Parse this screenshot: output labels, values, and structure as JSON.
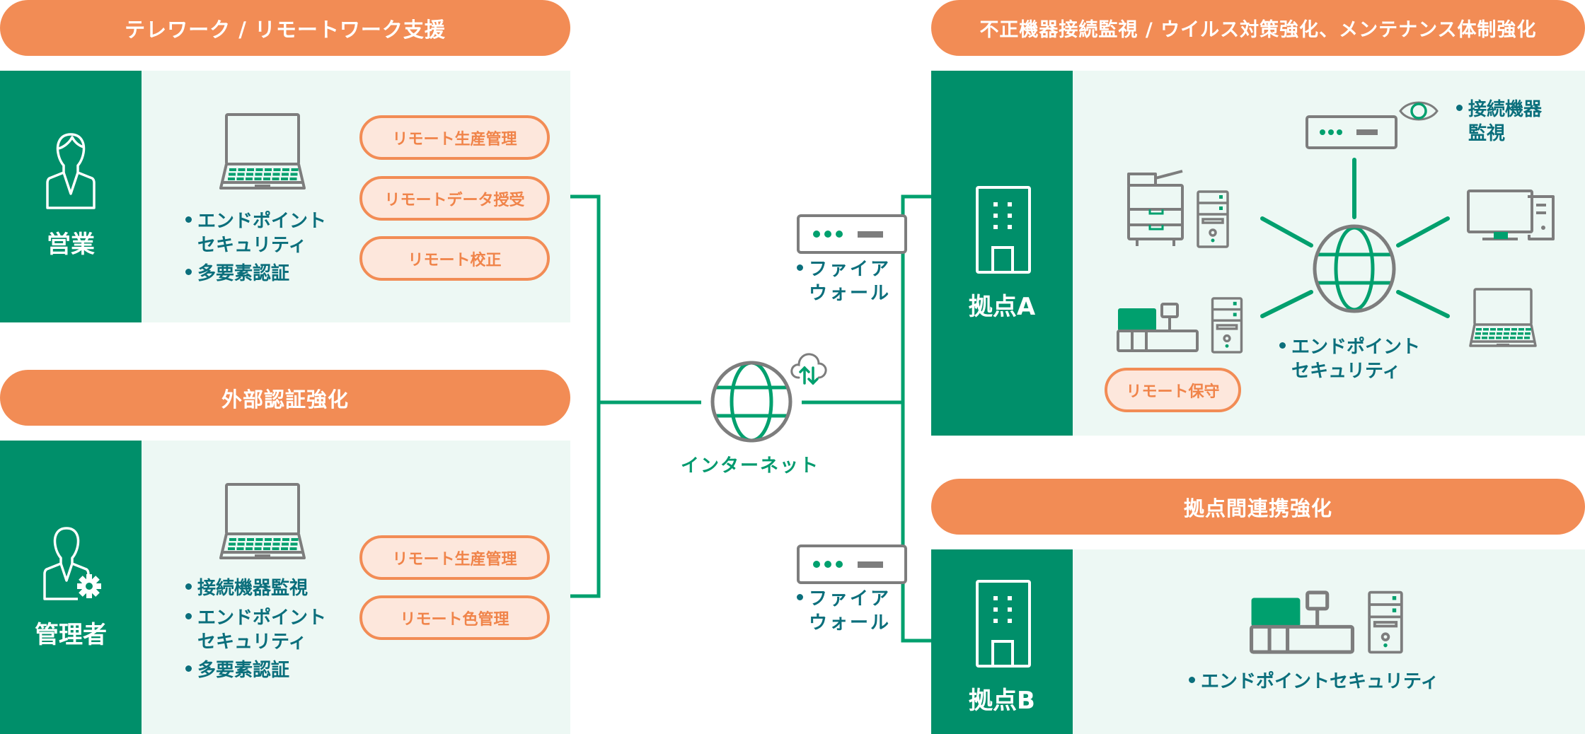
{
  "colors": {
    "accent_orange": "#f28c55",
    "pill_fill": "#fde7dc",
    "sidebar_green": "#008f6a",
    "line_green": "#00a06e",
    "panel_bg": "#edf8f4",
    "text_teal": "#0b6f7c",
    "device_gray": "#7d7d7d"
  },
  "left": {
    "banner_top": "テレワーク / リモートワーク支援",
    "sales": {
      "label": "営業",
      "icon": "person-icon",
      "bullets": [
        {
          "line1": "エンドポイント",
          "line2": "セキュリティ"
        },
        {
          "line1": "多要素認証"
        }
      ],
      "pills": [
        "リモート生産管理",
        "リモートデータ授受",
        "リモート校正"
      ]
    },
    "banner_mid": "外部認証強化",
    "admin": {
      "label": "管理者",
      "icon": "admin-person-gear-icon",
      "bullets": [
        {
          "line1": "接続機器監視"
        },
        {
          "line1": "エンドポイント",
          "line2": "セキュリティ"
        },
        {
          "line1": "多要素認証"
        }
      ],
      "pills": [
        "リモート生産管理",
        "リモート色管理"
      ]
    }
  },
  "center": {
    "internet_label": "インターネット",
    "firewall_top": {
      "line1": "ファイア",
      "line2": "ウォール"
    },
    "firewall_bottom": {
      "line1": "ファイア",
      "line2": "ウォール"
    }
  },
  "right": {
    "banner_top": "不正機器接続監視 / ウイルス対策強化、メンテナンス体制強化",
    "site_a": {
      "label": "拠点A",
      "monitor_text": {
        "line1": "接続機器",
        "line2": "監視"
      },
      "endpoint_text": {
        "line1": "エンドポイント",
        "line2": "セキュリティ"
      },
      "pill": "リモート保守"
    },
    "banner_mid": "拠点間連携強化",
    "site_b": {
      "label": "拠点B",
      "endpoint_text": "エンドポイントセキュリティ"
    }
  }
}
